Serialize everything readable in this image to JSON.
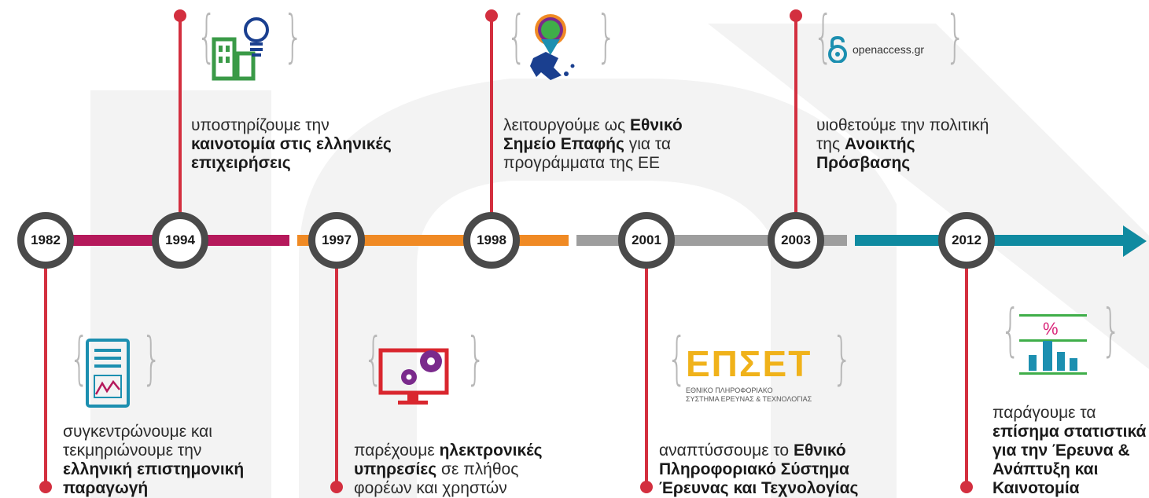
{
  "colors": {
    "magenta": "#b5195b",
    "orange": "#f08a24",
    "gray": "#9e9e9e",
    "teal": "#0f8aa0",
    "red": "#d32f3f",
    "circle_border": "#4a4a4a"
  },
  "years": [
    "1982",
    "1994",
    "1997",
    "1998",
    "2001",
    "2003",
    "2012"
  ],
  "milestones": {
    "m1982": {
      "pre": "συγκεντρώνουμε και τεκμηριώνουμε την",
      "bold": "ελληνική επιστημονική παραγωγή",
      "post": "",
      "icon": "document-chart-icon"
    },
    "m1994": {
      "pre": "υποστηρίζουμε την",
      "bold": "καινοτομία στις ελληνικές επιχειρήσεις",
      "post": "",
      "icon": "building-lightbulb-icon"
    },
    "m1997": {
      "pre": "παρέχουμε",
      "bold": "ηλεκτρονικές υπηρεσίες",
      "post": "σε πλήθος φορέων και χρηστών",
      "icon": "monitor-gears-icon"
    },
    "m1998": {
      "pre": "λειτουργούμε ως",
      "bold": "Εθνικό Σημείο Επαφής",
      "post": "για τα προγράμματα της ΕΕ",
      "icon": "greece-map-pin-icon"
    },
    "m2001": {
      "pre": "αναπτύσσουμε το",
      "bold": "Εθνικό Πληροφοριακό Σύστημα Έρευνας και Τεχνολογίας",
      "post": "",
      "icon": "epset-logo"
    },
    "m2003": {
      "pre": "υιοθετούμε την πολιτική της",
      "bold": "Ανοικτής Πρόσβασης",
      "post": "",
      "icon": "open-access-icon"
    },
    "m2012": {
      "pre": "παράγουμε τα",
      "bold": "επίσημα στατιστικά για την Έρευνα & Ανάπτυξη και Καινοτομία",
      "post": "",
      "icon": "statistics-chart-icon"
    }
  },
  "logos": {
    "epset_title": "ΕΠΣΕΤ",
    "epset_line1": "ΕΘΝΙΚΟ ΠΛΗΡΟΦΟΡΙΑΚΟ",
    "epset_line2": "ΣΥΣΤΗΜΑ ΕΡΕΥΝΑΣ & ΤΕΧΝΟΛΟΓΙΑΣ",
    "openaccess": "openaccess.gr",
    "percent": "%"
  }
}
